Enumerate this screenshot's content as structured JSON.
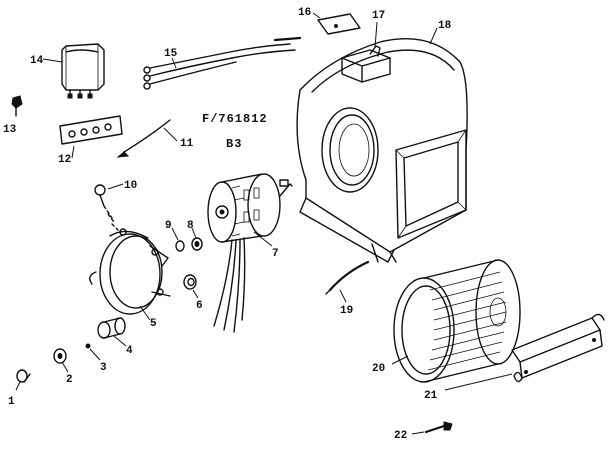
{
  "diagram": {
    "model_label": "F/761812",
    "section_label": "B3",
    "callouts": [
      {
        "id": "c1",
        "text": "1"
      },
      {
        "id": "c2",
        "text": "2"
      },
      {
        "id": "c3",
        "text": "3"
      },
      {
        "id": "c4",
        "text": "4"
      },
      {
        "id": "c5",
        "text": "5"
      },
      {
        "id": "c6",
        "text": "6"
      },
      {
        "id": "c7",
        "text": "7"
      },
      {
        "id": "c8",
        "text": "8"
      },
      {
        "id": "c9",
        "text": "9"
      },
      {
        "id": "c10",
        "text": "10"
      },
      {
        "id": "c11",
        "text": "11"
      },
      {
        "id": "c12",
        "text": "12"
      },
      {
        "id": "c13",
        "text": "13"
      },
      {
        "id": "c14",
        "text": "14"
      },
      {
        "id": "c15",
        "text": "15"
      },
      {
        "id": "c16",
        "text": "16"
      },
      {
        "id": "c17",
        "text": "17"
      },
      {
        "id": "c18",
        "text": "18"
      },
      {
        "id": "c19",
        "text": "19"
      },
      {
        "id": "c20",
        "text": "20"
      },
      {
        "id": "c21",
        "text": "21"
      },
      {
        "id": "c22",
        "text": "22"
      }
    ]
  }
}
